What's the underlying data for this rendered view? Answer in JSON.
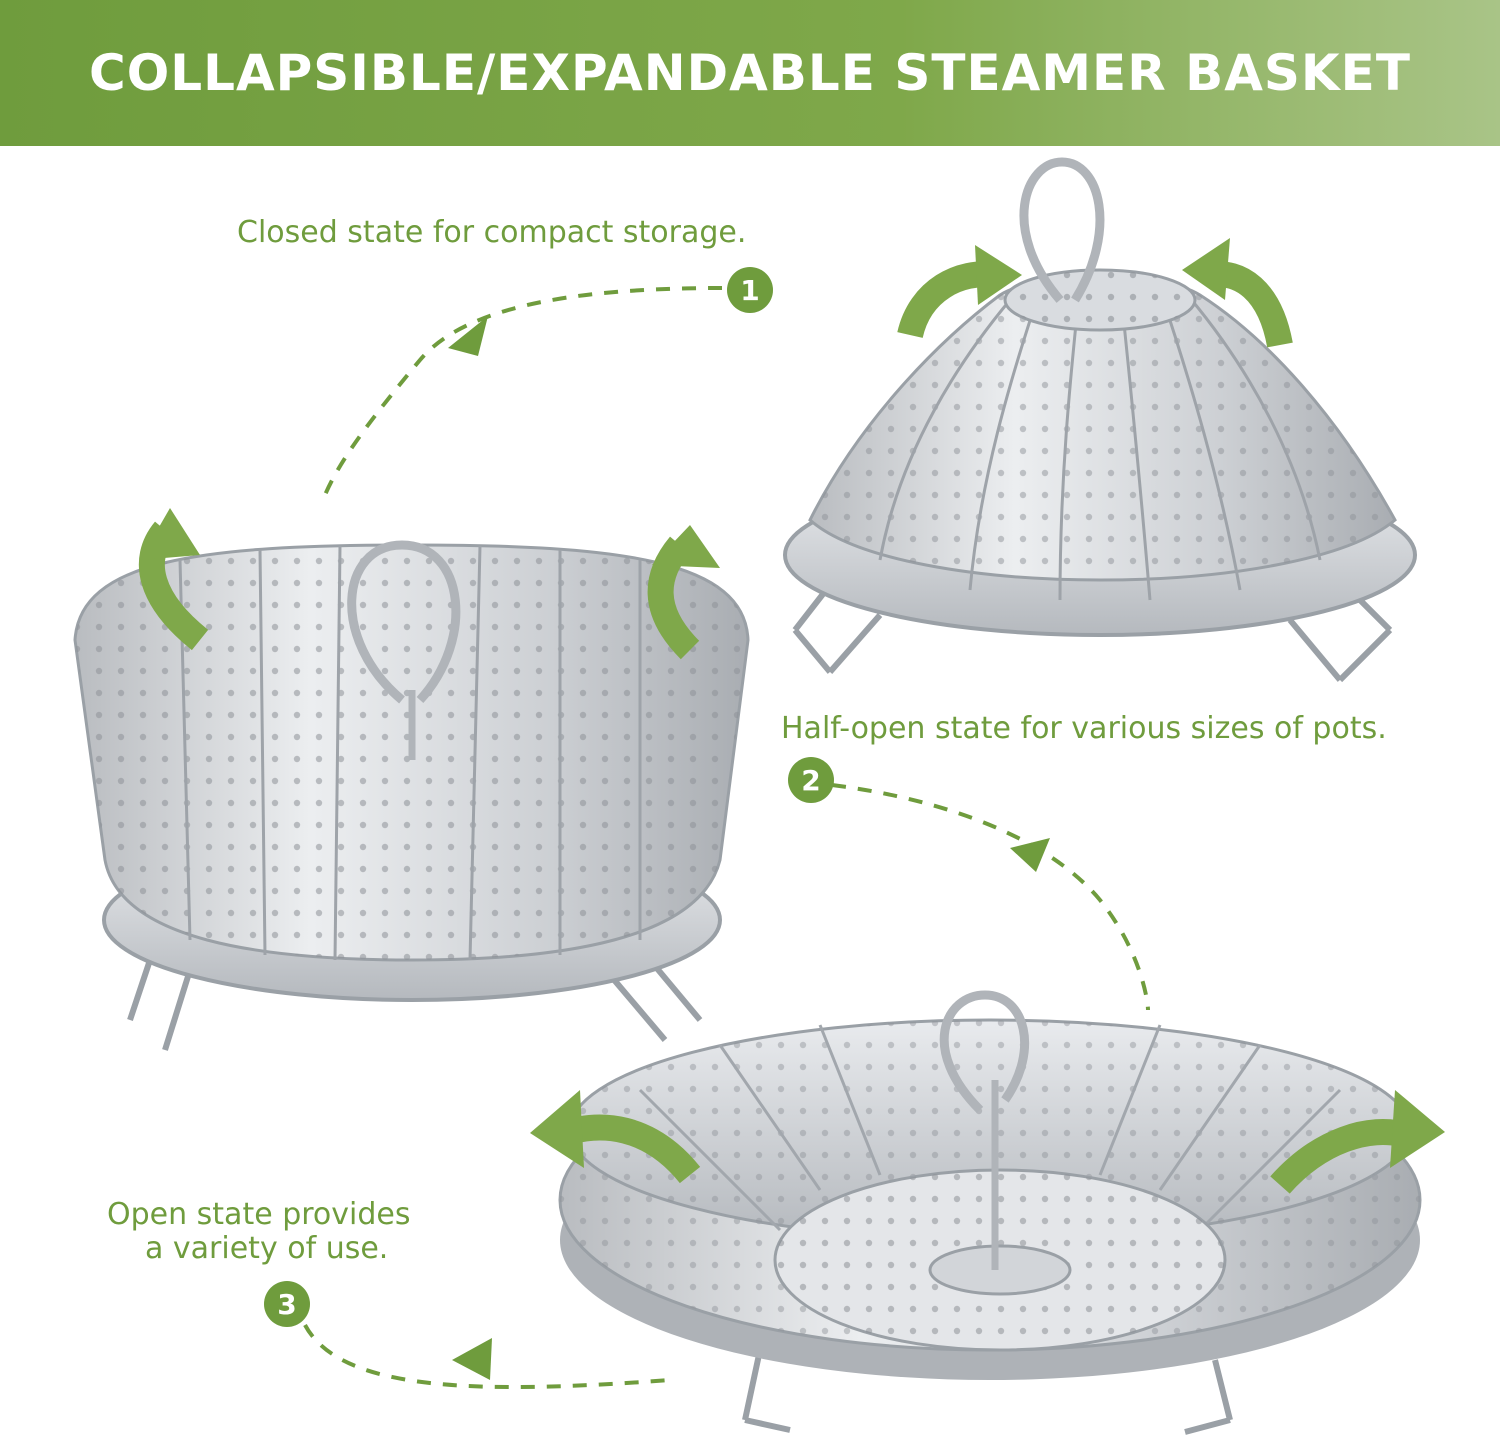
{
  "banner": {
    "title": "COLLAPSIBLE/EXPANDABLE STEAMER BASKET"
  },
  "steps": [
    {
      "number": "1",
      "caption": "Closed state for compact storage."
    },
    {
      "number": "2",
      "caption": "Half-open state for various sizes of pots."
    },
    {
      "number": "3",
      "caption_line1": "Open state provides",
      "caption_line2": "a variety of use."
    }
  ],
  "colors": {
    "accent": "#6f9c3d",
    "metal": "#c9ccd0"
  }
}
